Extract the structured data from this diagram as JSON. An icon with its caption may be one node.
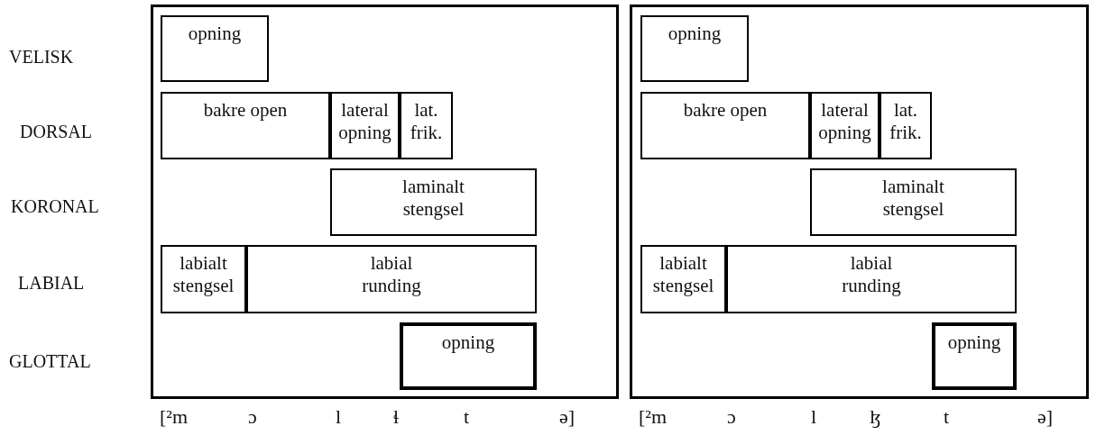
{
  "diagram": {
    "nodes": [
      {
        "text": [],
        "shape": "box"
      },
      {
        "text": [
          "opning"
        ],
        "in": 0
      },
      {
        "text": [
          "bakre open"
        ],
        "in": 0
      },
      {
        "text": [
          "lateral opning"
        ],
        "in": 0
      },
      {
        "text": [
          "lat. frik."
        ],
        "in": 0
      },
      {
        "text": [
          "laminalt stengsel"
        ],
        "in": 0
      },
      {
        "text": [
          "labialt stengsel"
        ],
        "in": 0
      },
      {
        "text": [
          "labial runding"
        ],
        "in": 0
      },
      {
        "text": [
          "opning"
        ],
        "in": 0
      },
      {
        "text": [],
        "shape": "box"
      },
      {
        "text": [
          "opning"
        ],
        "in": 9
      },
      {
        "text": [
          "bakre open"
        ],
        "in": 9
      },
      {
        "text": [
          "lateral opning"
        ],
        "in": 9
      },
      {
        "text": [
          "lat. frik."
        ],
        "in": 9
      },
      {
        "text": [
          "laminalt stengsel"
        ],
        "in": 9
      },
      {
        "text": [
          "labialt stengsel"
        ],
        "in": 9
      },
      {
        "text": [
          "labial runding"
        ],
        "in": 9
      },
      {
        "text": [
          "opning"
        ],
        "in": 9
      }
    ],
    "edges": [],
    "labels": [
      "VELISK",
      "DORSAL",
      "KORONAL",
      "LABIAL",
      "GLOTTAL",
      "[²m",
      "ɔ",
      "l",
      "ɬ",
      "t",
      "ə]",
      "[²m",
      "ɔ",
      "l",
      "ɮ",
      "t",
      "ə]"
    ]
  }
}
